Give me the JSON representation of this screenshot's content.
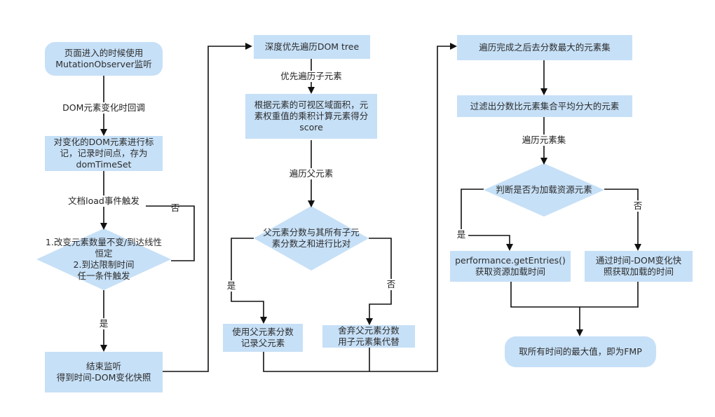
{
  "nodes": {
    "start": "页面进入的时候使用\nMutationObserver监听",
    "mark": "对变化的DOM元素进行标\n记，记录时间点，存为\ndomTimeSet",
    "cond": "1.改变元素数量不变/到达线性\n恒定\n2.到达限制时间\n任一条件触发",
    "end_listen": "结束监听\n得到时间-DOM变化快照",
    "dfs": "深度优先遍历DOM tree",
    "score": "根据元素的可视区域面积，元\n素权重值的乘积计算元素得分\nscore",
    "compare": "父元素分数与其所有子元\n素分数之和进行比对",
    "use_parent": "使用父元素分数\n记录父元素",
    "use_children": "舍弃父元素分数\n用子元素集代替",
    "max_set": "遍历完成之后去分数最大的元素集",
    "filter": "过滤出分数比元素集合平均分大的元素",
    "is_resource": "判断是否为加载资源元素",
    "perf": "performance.getEntries()\n获取资源加载时间",
    "dom_time": "通过时间-DOM变化快\n照获取加载的时间",
    "fmp": "取所有时间的最大值，即为FMP"
  },
  "labels": {
    "dom_change": "DOM元素变化时回调",
    "load_event": "文档load事件触发",
    "no1": "否",
    "yes1": "是",
    "child_first": "优先遍历子元素",
    "parent_traverse": "遍历父元素",
    "yes2": "是",
    "no2": "否",
    "traverse_set": "遍历元素集",
    "yes3": "是",
    "no3": "否"
  }
}
